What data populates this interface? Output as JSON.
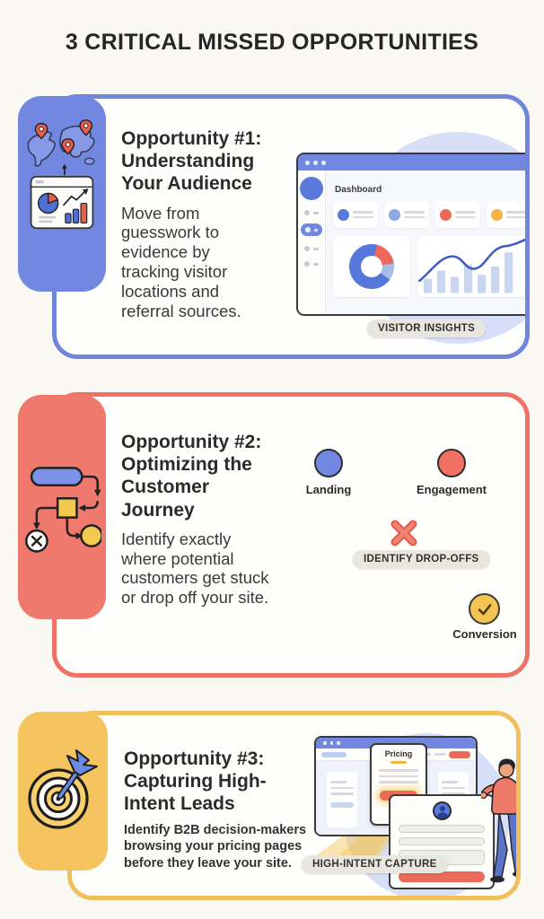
{
  "title": "3 CRITICAL MISSED OPPORTUNITIES",
  "cards": [
    {
      "kicker": "Opportunity #1:",
      "heading": "Understanding\nYour Audience",
      "body": "Move from\nguesswork to\nevidence by\ntracking visitor\nlocations and\nreferral sources.",
      "badge": "VISITOR INSIGHTS",
      "icon": "analytics-map-icon",
      "accent_border": "#6F86DC",
      "panel_color": "#7287DF",
      "dashboard": {
        "title": "Dashboard"
      }
    },
    {
      "kicker": "Opportunity #2:",
      "heading": "Optimizing the\nCustomer\nJourney",
      "body": "Identify exactly\nwhere potential\ncustomers get stuck\nor drop off your site.",
      "badge": "IDENTIFY DROP-OFFS",
      "icon": "flowchart-icon",
      "accent_border": "#EE7265",
      "panel_color": "#F0796D",
      "journey": {
        "stages": [
          "Landing",
          "Engagement",
          "Conversion"
        ]
      }
    },
    {
      "kicker": "Opportunity #3:",
      "heading": "Capturing High-\nIntent Leads",
      "body": "Identify B2B decision-makers\nbrowsing your pricing pages\nbefore they leave your site.",
      "badge": "HIGH-INTENT CAPTURE",
      "icon": "target-icon",
      "accent_border": "#EFC05C",
      "panel_color": "#F5C45E",
      "pricing_page": {
        "title": "Pricing"
      }
    }
  ],
  "colors": {
    "background": "#FAF8F2",
    "blue": "#7287DF",
    "coral": "#F0796D",
    "yellow": "#F5C45E",
    "light_blue_circle": "#D6DEF8",
    "badge_background": "#E9E6DF",
    "text_dark": "#2B2B2B",
    "red_accent": "#EC685A",
    "donut_blue": "#5577DB"
  }
}
